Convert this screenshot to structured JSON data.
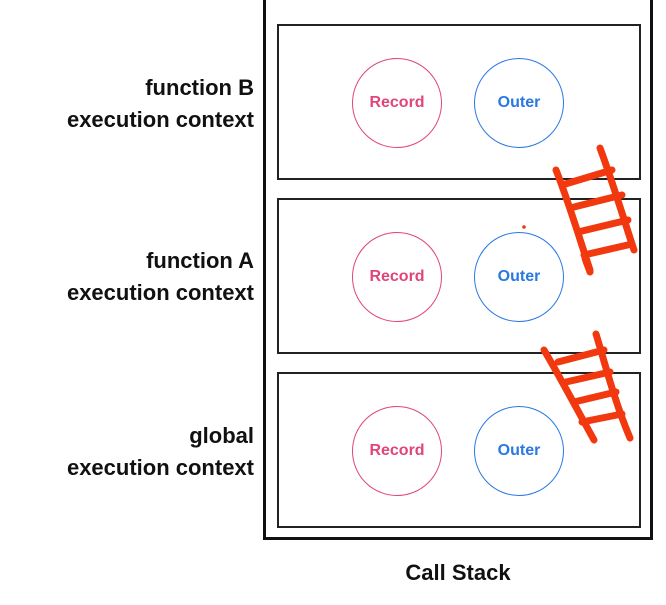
{
  "contexts": [
    {
      "label_line1": "function B",
      "label_line2": "execution context",
      "record": "Record",
      "outer": "Outer"
    },
    {
      "label_line1": "function A",
      "label_line2": "execution context",
      "record": "Record",
      "outer": "Outer"
    },
    {
      "label_line1": "global",
      "label_line2": "execution context",
      "record": "Record",
      "outer": "Outer"
    }
  ],
  "stack_caption": "Call Stack",
  "colors": {
    "record": "#e0457b",
    "outer": "#2a78e4",
    "annotation": "#f1380f",
    "frame_border": "#222222",
    "text": "#111111"
  }
}
